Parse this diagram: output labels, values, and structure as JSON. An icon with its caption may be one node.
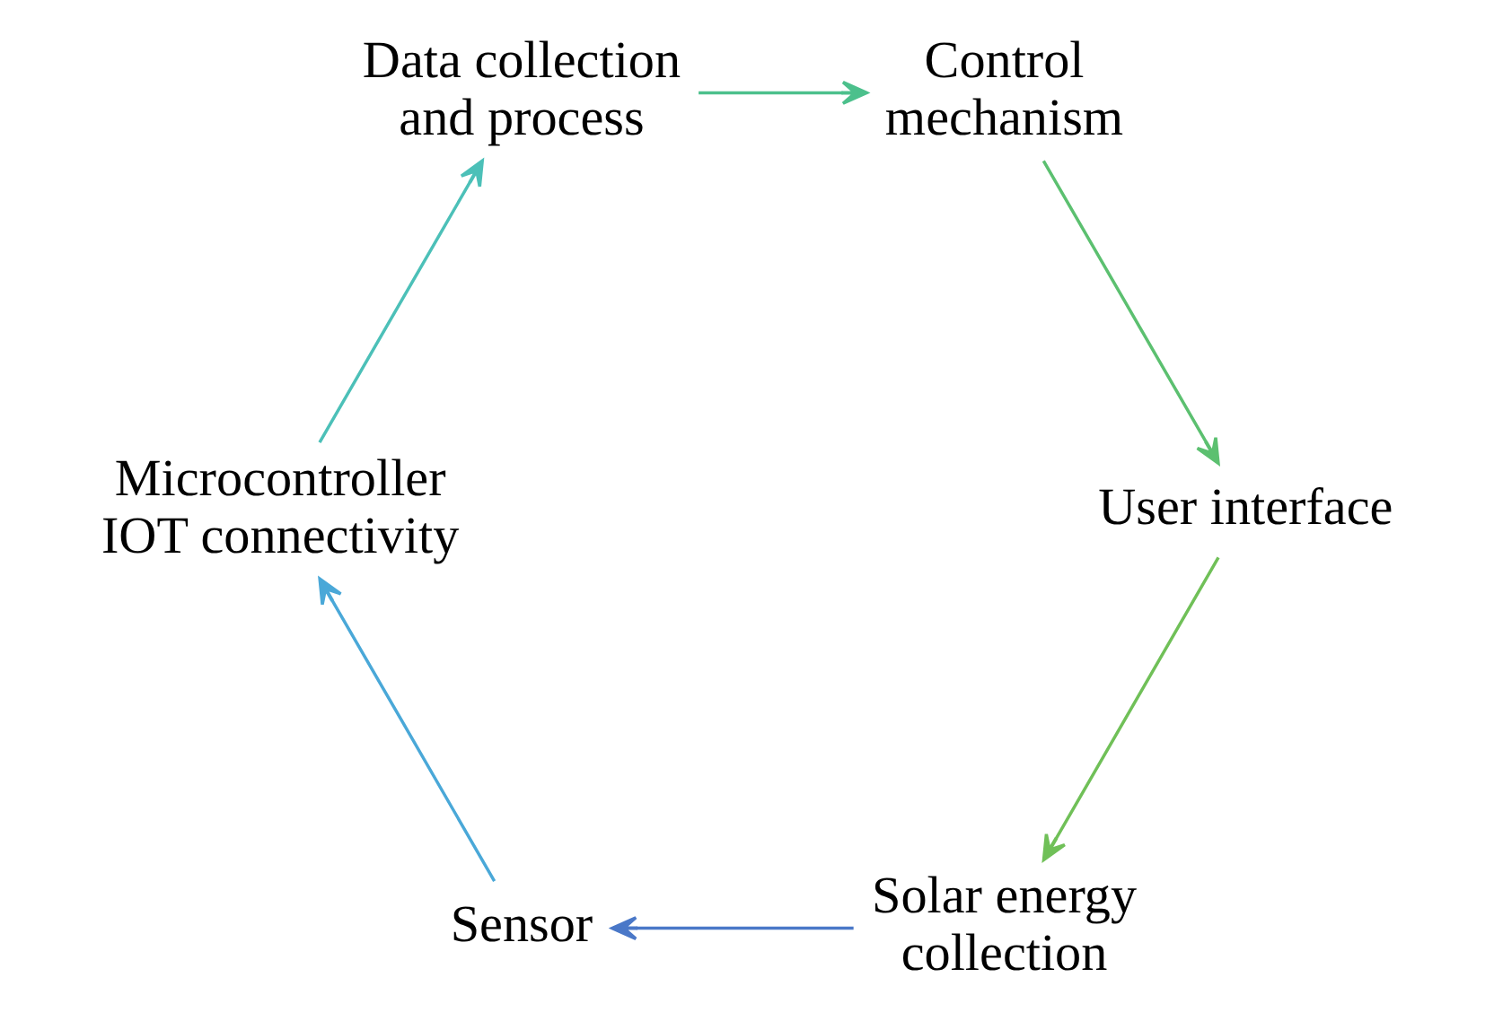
{
  "diagram": {
    "nodes": [
      {
        "text": [
          "Solar energy collection"
        ]
      },
      {
        "text": [
          "Sensor"
        ]
      },
      {
        "text": [
          "Microcontroller IOT connectivity"
        ]
      },
      {
        "text": [
          "Data collection and process"
        ]
      },
      {
        "text": [
          "Control mechanism"
        ]
      },
      {
        "text": [
          "User interface"
        ]
      }
    ],
    "edges": [
      {
        "from": 0,
        "to": 1,
        "arrow": "to",
        "color": "#4a78c8"
      },
      {
        "from": 1,
        "to": 2,
        "arrow": "to",
        "color": "#4aa8d8"
      },
      {
        "from": 2,
        "to": 3,
        "arrow": "to",
        "color": "#4cc0b8"
      },
      {
        "from": 3,
        "to": 4,
        "arrow": "to",
        "color": "#4cc08c"
      },
      {
        "from": 4,
        "to": 5,
        "arrow": "to",
        "color": "#5cc070"
      },
      {
        "from": 5,
        "to": 0,
        "arrow": "to",
        "color": "#70c058"
      }
    ]
  }
}
